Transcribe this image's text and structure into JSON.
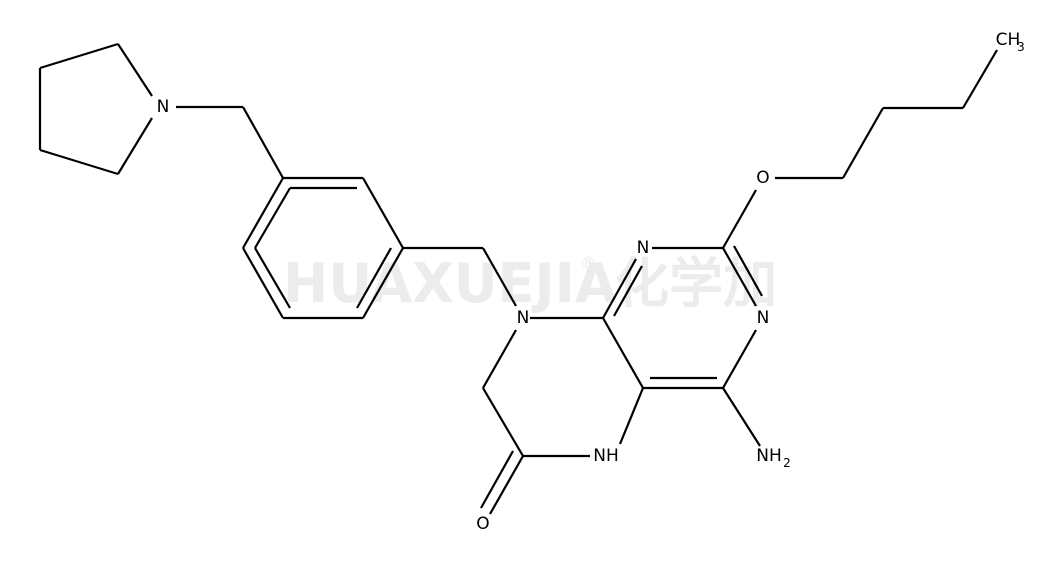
{
  "watermark": {
    "text": "HUAXUEJIA",
    "registered": "®",
    "cjk": "化学加"
  },
  "atoms": {
    "n_pyrrolidine": "N",
    "n_ring_8": "N",
    "n_pyrimidine_1": "N",
    "n_pyrimidine_3": "N",
    "nh_lactam": "NH",
    "o_butoxy": "O",
    "o_carbonyl": "O",
    "nh2_main": "NH",
    "nh2_sub": "2",
    "ch3_main": "CH",
    "ch3_sub": "3"
  }
}
